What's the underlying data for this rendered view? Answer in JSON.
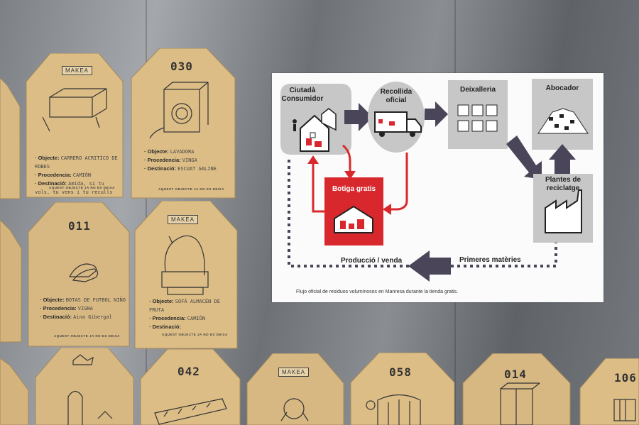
{
  "poster": {
    "nodes": {
      "ciutada": "Ciutadà\nConsumidor",
      "recollida": "Recollida\noficial",
      "deixalleria": "Deixalleria",
      "abocador": "Abocador",
      "botiga": "Botiga gratis",
      "plantes": "Plantes de\nreciclatge"
    },
    "flows": {
      "produccio": "Producció / venda",
      "primeres": "Primeres matèries"
    },
    "caption": "Flujo oficial de residuos voluminosos en Manresa durante la tienda gratis.",
    "colors": {
      "red": "#d8282d",
      "gray": "#c7c7c7",
      "dark": "#4a4558"
    }
  },
  "tags": {
    "t1": {
      "brand": "MAKEA"
    },
    "t2": {
      "number": "030"
    },
    "t3": {
      "number": "011"
    },
    "t4": {
      "brand": "MAKEA"
    },
    "t5": {
      "number": "042"
    },
    "t6": {
      "brand": "MAKEA"
    },
    "t7": {
      "number": "058"
    },
    "t8": {
      "number": "014"
    },
    "t9": {
      "number": "106"
    },
    "labels": {
      "objecte": "· Objecte:",
      "procedencia": "· Procedencia:",
      "destinacio": "· Destinació:"
    },
    "footer": "AQUEST OBJECTE JA NO ES DEIXA",
    "values": {
      "t1": {
        "objecte": "CARRERO ACRITÍCO DE ROBES",
        "procedencia": "CAMIÓN",
        "destinacio": "Amida, si tu vols, tu vens i tu reculls"
      },
      "t2": {
        "objecte": "LAVADORA",
        "procedencia": "VINGA",
        "destinacio": "ESCUAT GALINE"
      },
      "t3": {
        "objecte": "BOTAS DE FUTBOL NIÑO",
        "procedencia": "VIGNA",
        "destinacio": "Aina Gibergal"
      },
      "t4": {
        "objecte": "SOFÁ ALMACÉN DE FRUTA",
        "procedencia": "CAMIÓN",
        "destinacio": ""
      }
    }
  }
}
